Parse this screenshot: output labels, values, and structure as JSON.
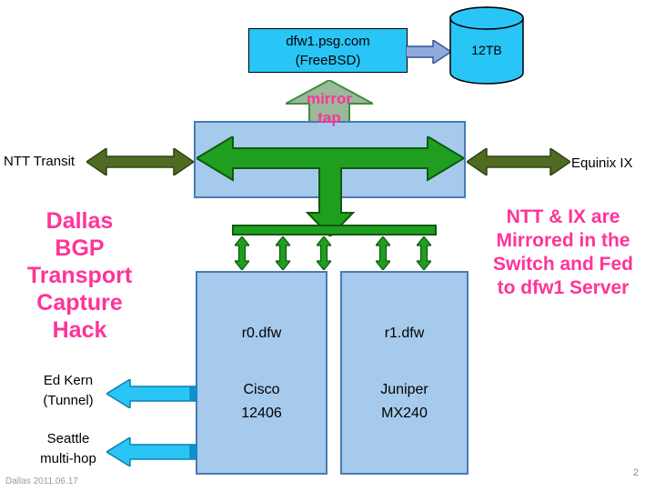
{
  "server": {
    "name": "dfw1.psg.com",
    "os": "(FreeBSD)"
  },
  "storage": {
    "capacity": "12TB"
  },
  "mirror_tap": {
    "line1": "mirror",
    "line2": "tap"
  },
  "switch_links": {
    "left": "NTT Transit",
    "right": "Equinix IX"
  },
  "routers": {
    "r0": {
      "name": "r0.dfw",
      "vendor": "Cisco",
      "model": "12406"
    },
    "r1": {
      "name": "r1.dfw",
      "vendor": "Juniper",
      "model": "MX240"
    }
  },
  "title": {
    "lines": [
      "Dallas",
      "BGP",
      "Transport",
      "Capture",
      "Hack"
    ]
  },
  "note": {
    "lines": [
      "NTT & IX are",
      "Mirrored in the",
      "Switch and Fed",
      "to dfw1 Server"
    ]
  },
  "tunnels": {
    "ed_kern": {
      "line1": "Ed Kern",
      "line2": "(Tunnel)"
    },
    "seattle": {
      "line1": "Seattle",
      "line2": "multi-hop"
    }
  },
  "footer": {
    "date": "Dallas 2011.06.17",
    "page": "2"
  },
  "colors": {
    "cyan": "#29C5F6",
    "node_fill": "#A6CAEC",
    "node_border": "#4A7AB5",
    "green_arrow": "#1F9E1F",
    "olive_arrow": "#4E6B21",
    "mirror_arrow": "#9BB89B",
    "blue_arrow": "#8FAADC",
    "magenta_text": "#FF3399"
  }
}
